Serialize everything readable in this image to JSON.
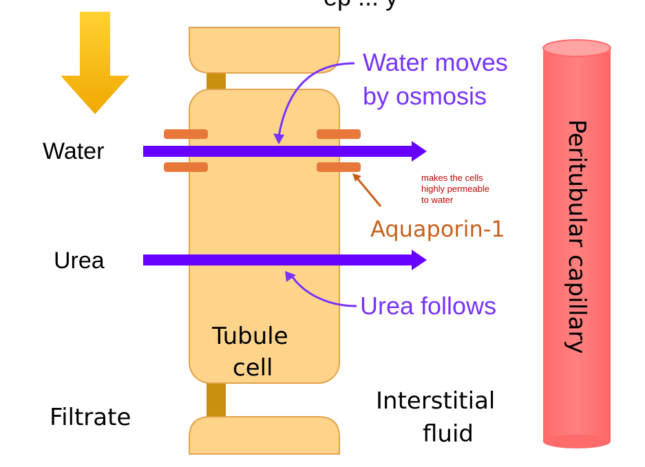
{
  "header_partial": "ep ... y",
  "labels": {
    "water": "Water",
    "urea": "Urea",
    "filtrate": "Filtrate",
    "tubule_cell_line1": "Tubule",
    "tubule_cell_line2": "cell",
    "interstitial_line1": "Interstitial",
    "interstitial_line2": "fluid",
    "capillary": "Peritubular capillary",
    "aquaporin": "Aquaporin-1",
    "aquaporin_note_line1": "makes the cells",
    "aquaporin_note_line2": "highly permeable",
    "aquaporin_note_line3": "to water",
    "water_moves_line1": "Water moves",
    "water_moves_line2": "by osmosis",
    "urea_follows": "Urea follows"
  },
  "colors": {
    "cell_fill": "#fed48a",
    "cell_stroke": "#e2a24a",
    "junction": "#c8900e",
    "flow_arrow": "#6600ff",
    "purple_text": "#7733ff",
    "aquaporin": "#e8783a",
    "aquaporin_text": "#c8601a",
    "note_text": "#c00000",
    "capillary": "#ff7070",
    "down_arrow_top": "#ffd233",
    "down_arrow_bottom": "#f0a800"
  }
}
